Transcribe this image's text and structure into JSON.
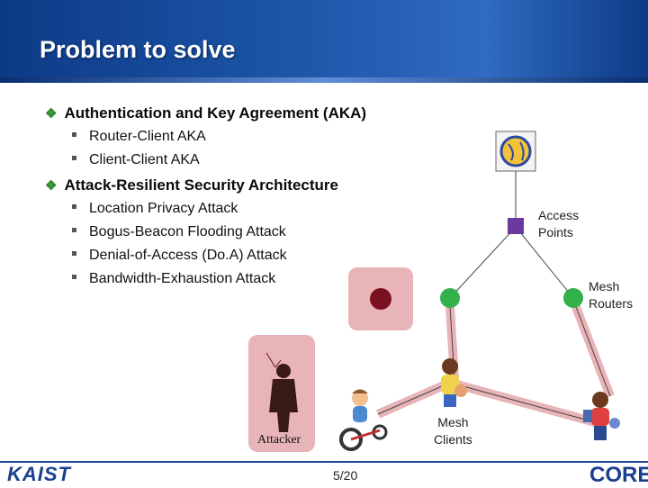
{
  "slide": {
    "title": "Problem to solve",
    "page_number": "5/20"
  },
  "bullets": [
    {
      "label": "Authentication and Key Agreement (AKA)",
      "sub": [
        "Router-Client AKA",
        "Client-Client AKA"
      ]
    },
    {
      "label": "Attack-Resilient Security Architecture",
      "sub": [
        "Location Privacy Attack",
        "Bogus-Beacon Flooding Attack",
        "Denial-of-Access (Do.A) Attack",
        "Bandwidth-Exhaustion Attack"
      ]
    }
  ],
  "diagram": {
    "access_points_label": [
      "Access",
      "Points"
    ],
    "mesh_routers_label": [
      "Mesh",
      "Routers"
    ],
    "mesh_clients_label": [
      "Mesh",
      "Clients"
    ],
    "attacker_label": "Attacker"
  },
  "footer": {
    "left_logo": "KAIST",
    "right_logo": "CORE"
  },
  "colors": {
    "header": "#1d55a8",
    "bullet_diamond": "#2e8b2e",
    "router_node": "#33b04a",
    "access_point": "#6a3aa0",
    "attacker_bg": "#e8b4b8"
  }
}
